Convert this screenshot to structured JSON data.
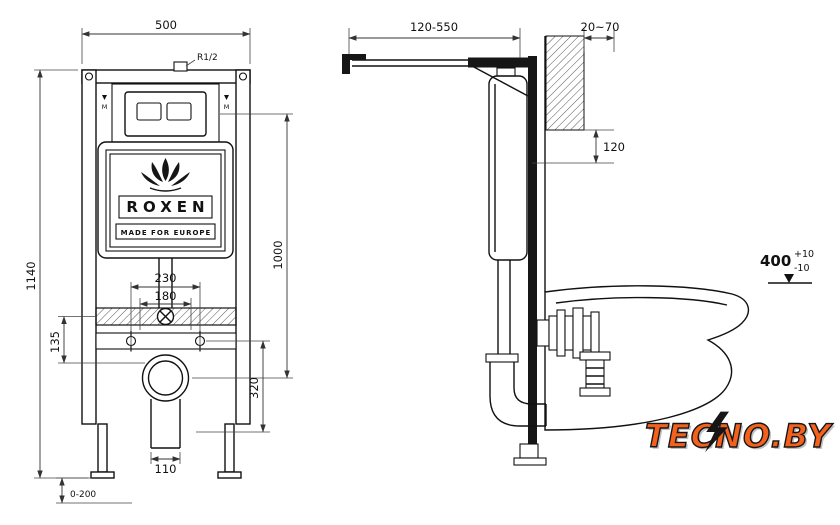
{
  "drawing": {
    "front_view": {
      "dims": {
        "frame_width": "500",
        "frame_height": "1140",
        "fixing_spacing": "230",
        "inner_spacing": "180",
        "plate_height": "1000",
        "bar_offset": "135",
        "outlet_offset": "320",
        "outlet_width": "110",
        "leg_adjust_range": "0-200"
      },
      "labels": {
        "inlet_thread": "R1/2",
        "plate_mark": "M"
      },
      "brand": {
        "name": "ROXEN",
        "tagline": "MADE FOR EUROPE"
      }
    },
    "side_view": {
      "dims": {
        "bracket_range": "120-550",
        "wall_offset": "20~70",
        "depth": "120",
        "bowl_height": "400",
        "bowl_height_tol_plus": "+10",
        "bowl_height_tol_minus": "-10"
      }
    }
  },
  "watermark": {
    "text": "TECNO.BY",
    "color": "#f4611c"
  }
}
